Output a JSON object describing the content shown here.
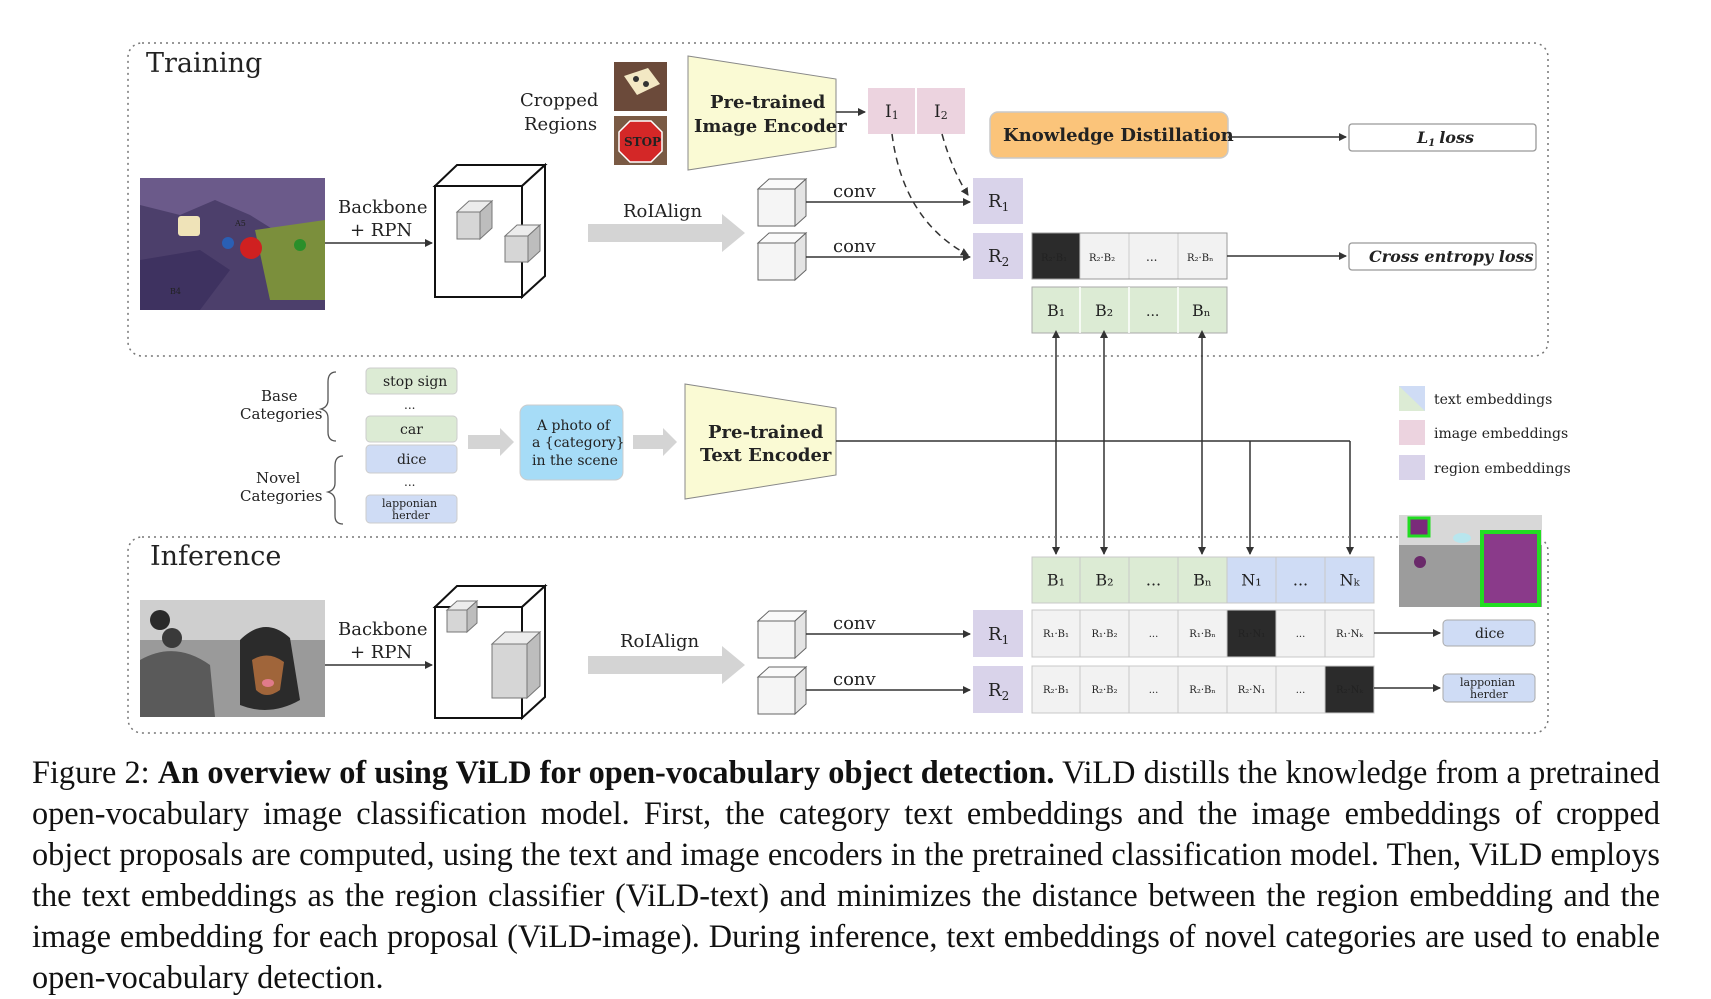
{
  "figure": {
    "training": {
      "title": "Training",
      "cropped_regions": [
        "Cropped",
        "Regions"
      ],
      "image_encoder": [
        "Pre-trained",
        "Image Encoder"
      ],
      "image_embeddings": [
        "I",
        "I"
      ],
      "image_embedding_subscripts": [
        "1",
        "2"
      ],
      "knowledge_distillation": "Knowledge Distillation",
      "l1_loss": "L",
      "l1_loss_sub": "1",
      "l1_loss_word": "loss",
      "backbone": [
        "Backbone",
        "+ RPN"
      ],
      "roialign": "RoIAlign",
      "conv": [
        "conv",
        "conv"
      ],
      "regions": [
        "R",
        "R"
      ],
      "region_subscripts": [
        "1",
        "2"
      ],
      "scores": [
        "R₂·B₁",
        "R₂·B₂",
        "...",
        "R₂·Bₙ"
      ],
      "cross_entropy_loss": "Cross entropy loss",
      "base_embeddings": [
        "B₁",
        "B₂",
        "...",
        "Bₙ"
      ]
    },
    "categories": {
      "base_label": [
        "Base",
        "Categories"
      ],
      "novel_label": [
        "Novel",
        "Categories"
      ],
      "base_items": [
        "stop sign",
        "...",
        "car"
      ],
      "novel_items": [
        "dice",
        "...",
        "lapponian",
        "herder"
      ],
      "prompt": [
        "A photo of",
        "a {category}",
        "in the scene"
      ],
      "text_encoder": [
        "Pre-trained",
        "Text Encoder"
      ]
    },
    "legend": [
      "text embeddings",
      "image embeddings",
      "region embeddings"
    ],
    "inference": {
      "title": "Inference",
      "backbone": [
        "Backbone",
        "+ RPN"
      ],
      "roialign": "RoIAlign",
      "conv": [
        "conv",
        "conv"
      ],
      "regions": [
        "R",
        "R"
      ],
      "region_subscripts": [
        "1",
        "2"
      ],
      "embeddings": [
        "B₁",
        "B₂",
        "...",
        "Bₙ",
        "N₁",
        "...",
        "Nₖ"
      ],
      "row1": [
        "R₁·B₁",
        "R₁·B₂",
        "...",
        "R₁·Bₙ",
        "R₁·N₁",
        "...",
        "R₁·Nₖ"
      ],
      "row2": [
        "R₂·B₁",
        "R₂·B₂",
        "...",
        "R₂·Bₙ",
        "R₂·N₁",
        "...",
        "R₂·Nₖ"
      ],
      "output_1": "dice",
      "output_2": [
        "lapponian",
        "herder"
      ]
    },
    "colors": {
      "text_embedding": "#dcebd4",
      "text_embedding_novel": "#cfdcf5",
      "image_embedding": "#ecd3df",
      "region_embedding": "#d9d3ea",
      "encoder": "#fafad4",
      "knowledge_distillation": "#fbc47a",
      "prompt": "#a6dcf7",
      "selected_score": "#2b2b2b"
    }
  },
  "caption": {
    "prefix": "Figure 2:",
    "title": "An overview of using ViLD for open-vocabulary object detection.",
    "body": "ViLD distills the knowledge from a pretrained open-vocabulary image classification model. First, the category text embeddings and the image embeddings of cropped object proposals are computed, using the text and image encoders in the pretrained classification model. Then, ViLD employs the text embeddings as the region classifier (ViLD-text) and minimizes the distance between the region embedding and the image embedding for each proposal (ViLD-image). During inference, text embeddings of novel categories are used to enable open-vocabulary detection."
  }
}
